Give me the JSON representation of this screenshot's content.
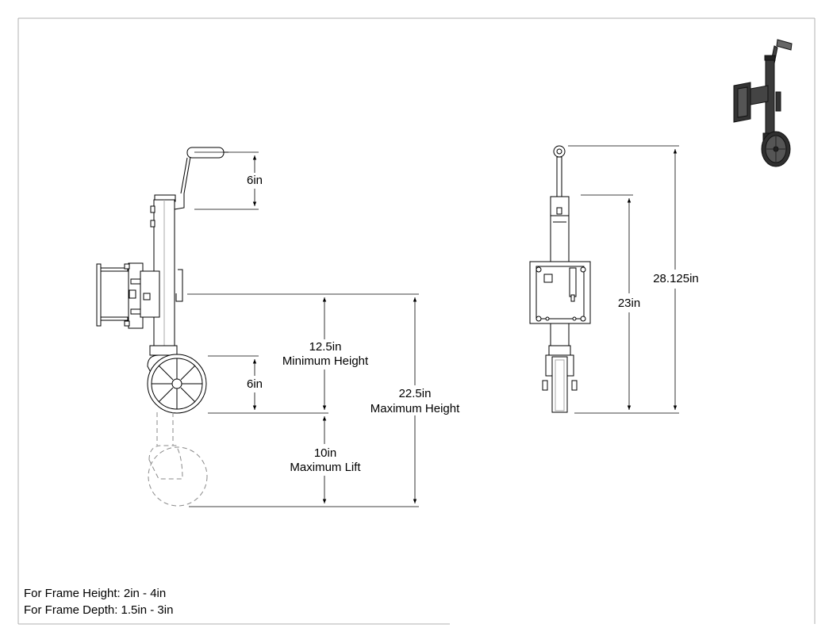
{
  "dimensions": {
    "handle_height": "6in",
    "minimum_height_value": "12.5in",
    "minimum_height_caption": "Minimum Height",
    "wheel_height": "6in",
    "maximum_height_value": "22.5in",
    "maximum_height_caption": "Maximum Height",
    "maximum_lift_value": "10in",
    "maximum_lift_caption": "Maximum Lift",
    "front_inner_height": "23in",
    "front_total_height": "28.125in"
  },
  "notes": {
    "frame_height": "For Frame Height: 2in - 4in",
    "frame_depth": "For Frame Depth: 1.5in - 3in"
  },
  "colors": {
    "line": "#000000",
    "ghost": "#8a8a8a",
    "border": "#b0b0b0",
    "iso_body": "#3a3a3a"
  }
}
